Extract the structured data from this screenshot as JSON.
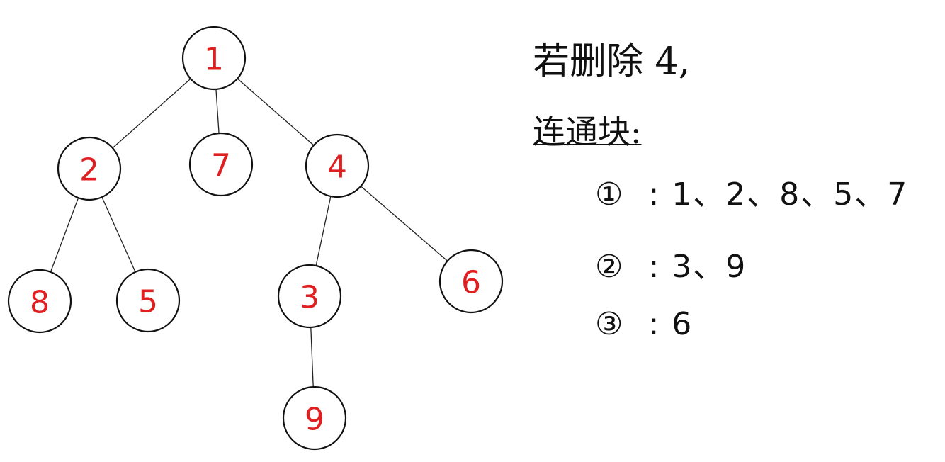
{
  "tree": {
    "nodes": [
      {
        "id": "1",
        "label": "1"
      },
      {
        "id": "2",
        "label": "2"
      },
      {
        "id": "7",
        "label": "7"
      },
      {
        "id": "4",
        "label": "4"
      },
      {
        "id": "8",
        "label": "8"
      },
      {
        "id": "5",
        "label": "5"
      },
      {
        "id": "3",
        "label": "3"
      },
      {
        "id": "6",
        "label": "6"
      },
      {
        "id": "9",
        "label": "9"
      }
    ],
    "edges": [
      [
        "1",
        "2"
      ],
      [
        "1",
        "7"
      ],
      [
        "1",
        "4"
      ],
      [
        "2",
        "8"
      ],
      [
        "2",
        "5"
      ],
      [
        "4",
        "3"
      ],
      [
        "4",
        "6"
      ],
      [
        "3",
        "9"
      ]
    ],
    "node_color": "#e02020",
    "line_color": "#222222"
  },
  "notes": {
    "title": "若删除 4,",
    "heading": "连通块:",
    "components": [
      {
        "index": "①",
        "members": ":  1、2、8、5、7"
      },
      {
        "index": "②",
        "members": ":  3、9"
      },
      {
        "index": "③",
        "members": ":  6"
      }
    ]
  }
}
